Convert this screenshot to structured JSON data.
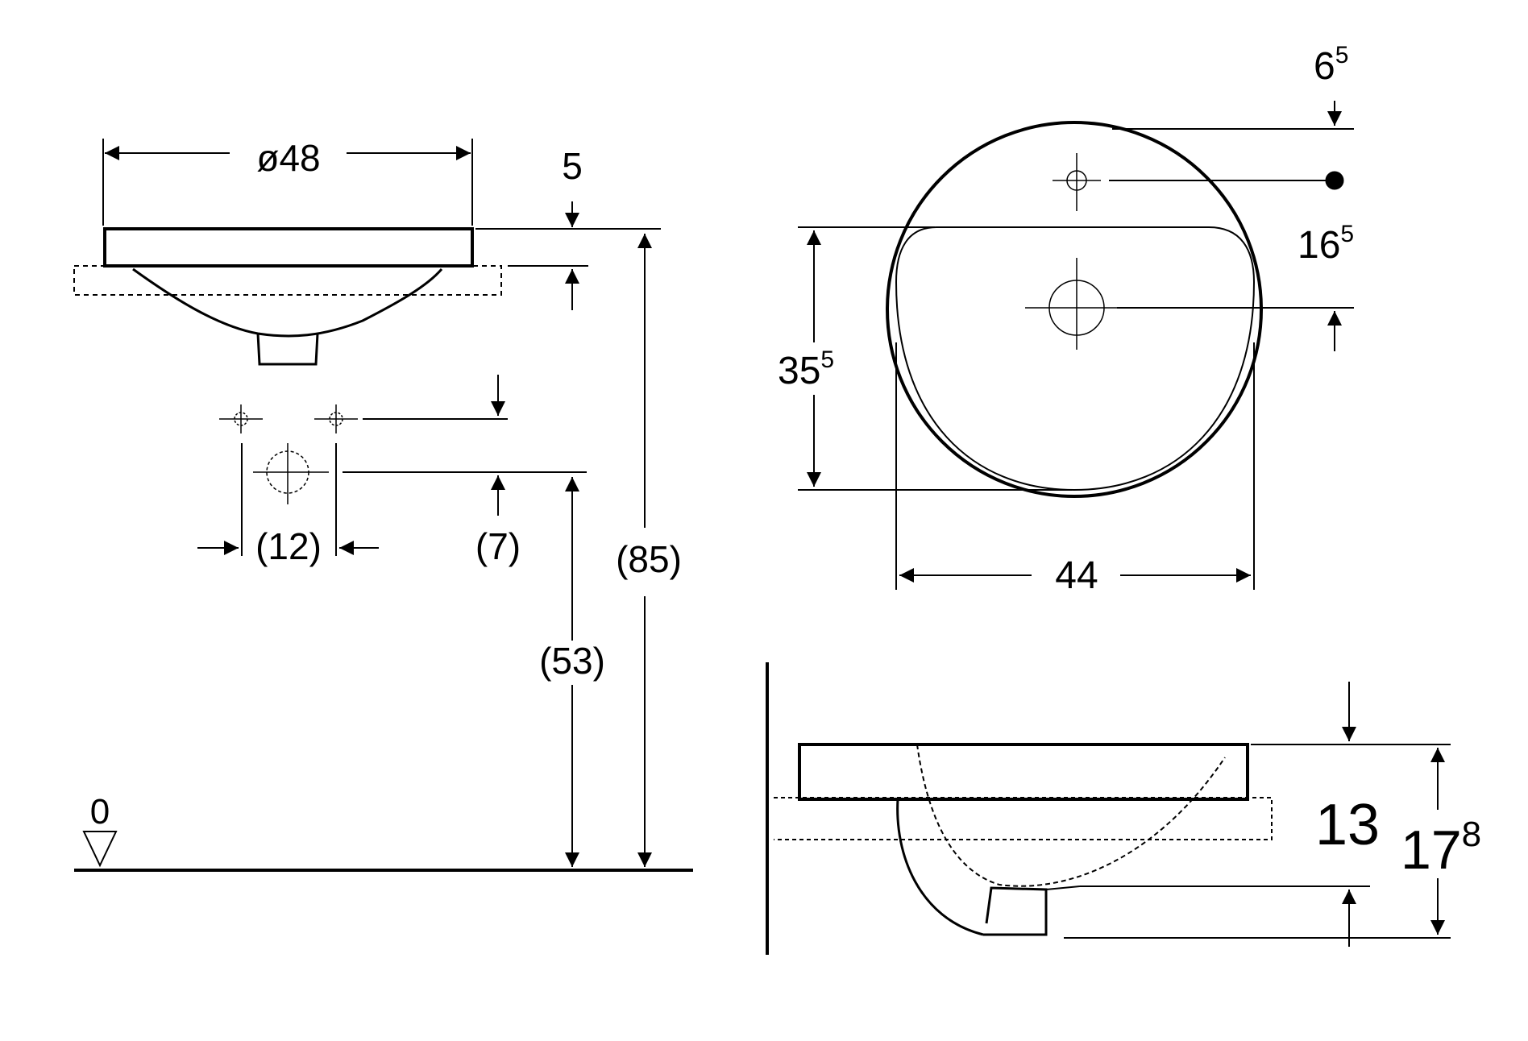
{
  "drawing": {
    "stroke_color": "#000000",
    "background": "#ffffff"
  },
  "side_view": {
    "diameter_label": "ø48",
    "rim_thickness_label": "5",
    "total_height_label": "(85)",
    "tap_hole_height_label": "(53)",
    "tap_hole_offset_label": "(7)",
    "tap_hole_spacing_label": "(12)",
    "floor_label": "0"
  },
  "top_view": {
    "overflow_offset_label_main": "6",
    "overflow_offset_label_sup": "5",
    "tap_hole_distance_label_main": "16",
    "tap_hole_distance_label_sup": "5",
    "depth_label_main": "35",
    "depth_label_sup": "5",
    "width_label": "44"
  },
  "section_view": {
    "basin_depth_label": "13",
    "total_depth_label_main": "17",
    "total_depth_label_sup": "8"
  }
}
